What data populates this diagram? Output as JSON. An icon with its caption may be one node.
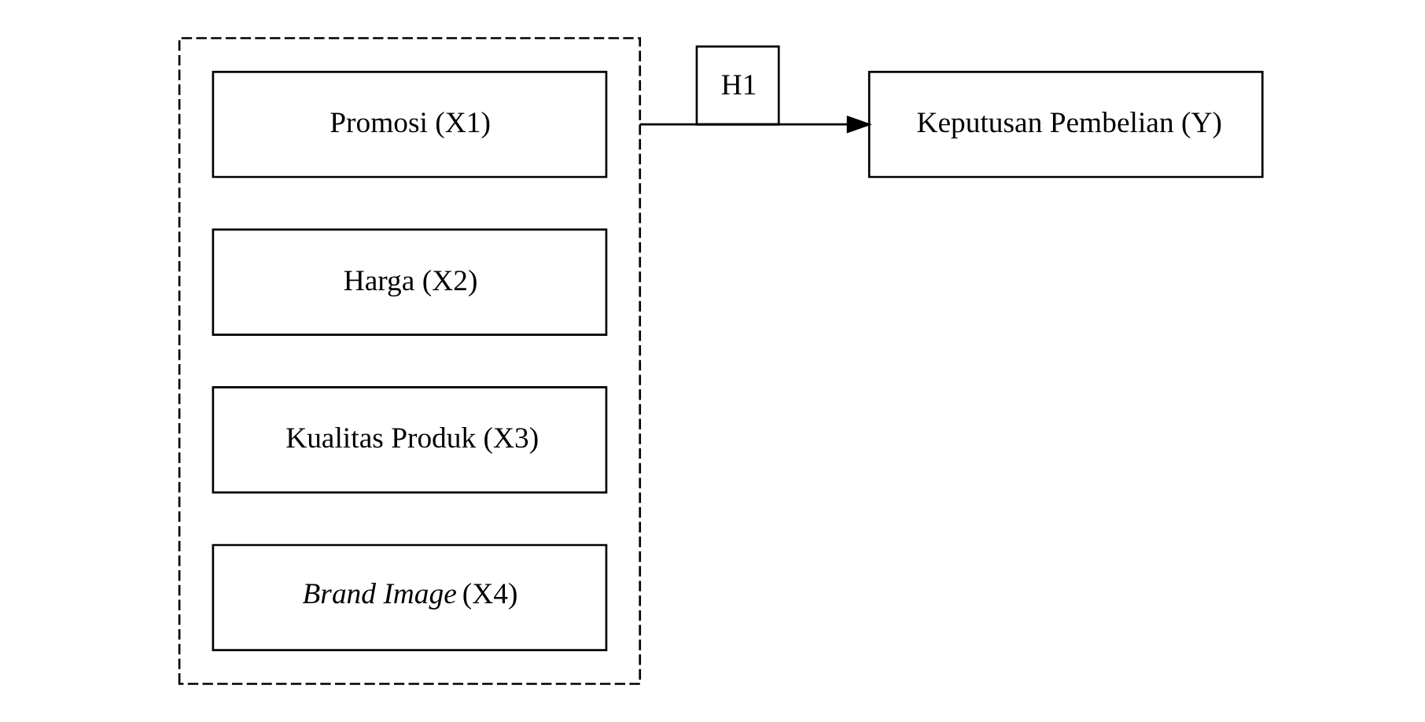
{
  "diagram": {
    "nodes": [
      {
        "text": [],
        "shape": "box"
      },
      {
        "text": [
          "Promosi (X1)"
        ],
        "in": 0
      },
      {
        "text": [
          "Harga (X2)"
        ],
        "in": 0
      },
      {
        "text": [
          "Kualitas Produk (X3)"
        ],
        "in": 0
      },
      {
        "text": [
          "*Brand Image* (X4)"
        ],
        "in": 0
      },
      {
        "text": [
          "Keputusan Pembelian (Y)"
        ]
      }
    ],
    "edges": [
      {
        "from": 0,
        "to": 5,
        "arrow": "to",
        "label": "H1"
      }
    ]
  }
}
